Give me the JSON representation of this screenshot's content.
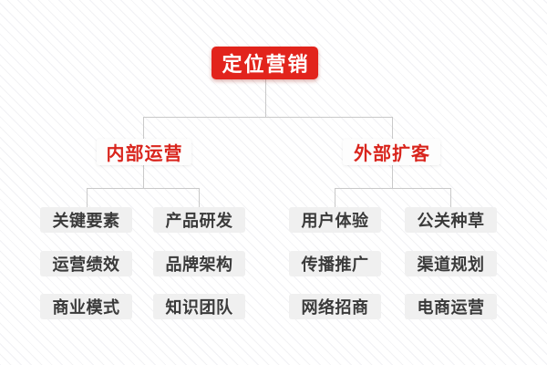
{
  "diagram": {
    "root_label": "定位营销",
    "branches": [
      {
        "label": "内部运营",
        "items": [
          "关键要素",
          "产品研发",
          "运营绩效",
          "品牌架构",
          "商业模式",
          "知识团队"
        ]
      },
      {
        "label": "外部扩客",
        "items": [
          "用户体验",
          "公关种草",
          "传播推广",
          "渠道规划",
          "网络招商",
          "电商运营"
        ]
      }
    ]
  },
  "colors": {
    "root_bg": "#e2241c",
    "root_text": "#ffffff",
    "branch_text": "#d9251d",
    "branch_bg": "#fdfdfd",
    "leaf_bg": "#f0f0f0",
    "leaf_text": "#3a3a3a",
    "connector": "#c9c9c9",
    "background_stripe": "#f1f1f4"
  }
}
